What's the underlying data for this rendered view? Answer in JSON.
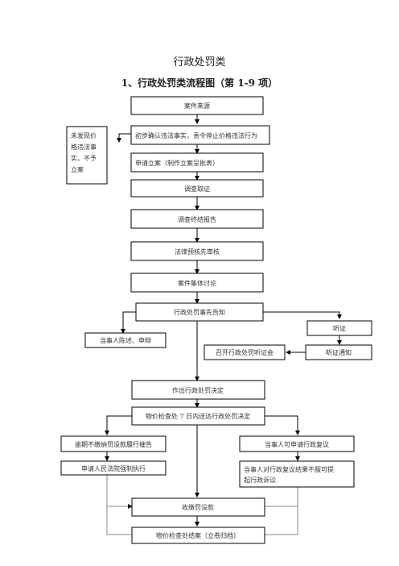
{
  "title": "行政处罚类",
  "subtitle": "1、行政处罚类流程图（第 1-9 项）",
  "nodes": {
    "case_source": "案件来源",
    "not_found_1": "未发现价",
    "not_found_2": "格违法事",
    "not_found_3": "实，不予",
    "not_found_4": "立案",
    "confirm_violation": "初步确认违法事实，责令停止价格违法行为",
    "apply_filing": "申请立案（制作立案呈批表）",
    "investigate": "调查取证",
    "investigation_report": "调查终结报告",
    "legal_review": "法律预核先审核",
    "collective_discussion": "案件集体讨论",
    "prior_notice": "行政处罚事先告知",
    "hearing": "听证",
    "statement_defense": "当事人陈述、申辩",
    "hold_hearing": "召开行政处罚听证会",
    "hearing_notice": "听证通知",
    "make_decision": "作出行政处罚决定",
    "deliver_decision": "物价检查处 7 日内送达行政处罚决定",
    "overdue_notice": "逾期不缴纳罚没款履行催告",
    "apply_review": "当事人可申请行政复议",
    "court_enforce": "申请人民法院强制执行",
    "lawsuit_1": "当事人对行政复议结果不服可提",
    "lawsuit_2": "起行政诉讼",
    "collect_fine": "收缴罚没款",
    "close_case": "物价检查处结案（立卷归档）"
  }
}
